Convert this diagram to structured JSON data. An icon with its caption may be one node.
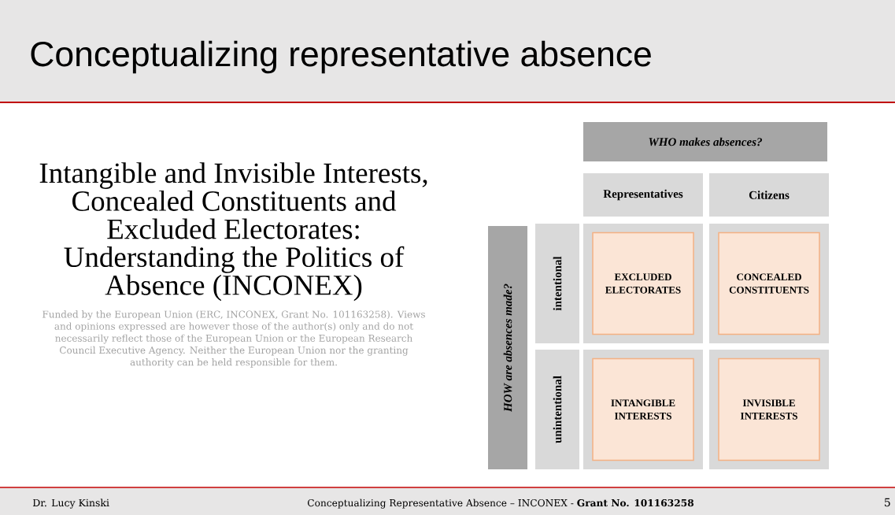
{
  "diagram": {
    "title": "Conceptualizing representative absence",
    "nodes": [
      {
        "text": [
          "WHO makes absences?"
        ]
      },
      {
        "text": [
          "Representatives"
        ]
      },
      {
        "text": [
          "Citizens"
        ]
      },
      {
        "text": [
          "HOW are absences made?"
        ]
      },
      {
        "text": [
          "intentional"
        ]
      },
      {
        "text": [],
        "shape": "box"
      },
      {
        "text": [
          "EXCLUDED ELECTORATES"
        ],
        "in": 5
      },
      {
        "text": [],
        "shape": "box"
      },
      {
        "text": [
          "CONCEALED CONSTITUENTS"
        ],
        "in": 7
      },
      {
        "text": [
          "unintentional"
        ]
      },
      {
        "text": [],
        "shape": "box"
      },
      {
        "text": [
          "INTANGIBLE INTERESTS"
        ],
        "in": 10
      },
      {
        "text": [],
        "shape": "box"
      },
      {
        "text": [
          "INVISIBLE INTERESTS"
        ],
        "in": 12
      }
    ],
    "labels": [
      "Intangible and Invisible Interests, Concealed Constituents and Excluded Electorates: Understanding the Politics of Absence (INCONEX)",
      "Funded by the European Union (ERC, INCONEX, Grant No. 101163258). Views and opinions expressed are however those of the author(s) only and do not necessarily reflect those of the European Union or the European Research Council Executive Agency. Neither the European Union nor the granting authority can be held responsible for them.",
      "Dr. Lucy Kinski",
      "Conceptualizing Representative Absence – INCONEX - **Grant No. 101163258**",
      "5"
    ]
  }
}
